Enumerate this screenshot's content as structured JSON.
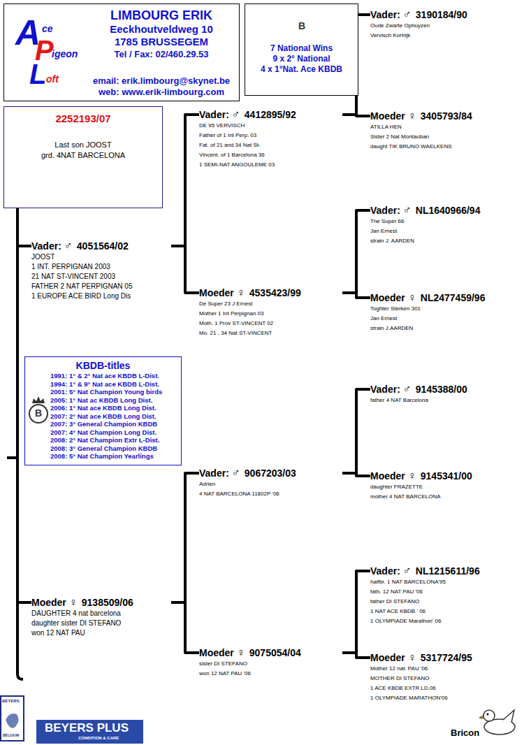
{
  "diagram": {
    "nodes": [
      {
        "text": [
          "LIMBOURG ERIK",
          "Eeckhoutveldweg 10",
          "1785 BRUSSEGEM",
          "Tel / Fax:  02/460.29.53",
          "email: erik.limbourg@skynet.be",
          "web: www.erik-limbourg.com"
        ]
      },
      {
        "text": [
          "7 National Wins",
          "9 x 2° National",
          "4 x 1°Nat. Ace KBDB"
        ]
      },
      {
        "text": [
          "2252193/07",
          "Last son JOOST",
          "grd. 4NAT BARCELONA"
        ]
      },
      {
        "text": [
          "KBDB-titles",
          "1991: 1° & 2° Nat ace KBDB L-Dist.",
          "1994: 1° & 9° Nat ace KBDB L-Dist.",
          "2001: 5° Nat Champion Young birds",
          "2005: 1° Nat ac KBDB Long Dist.",
          "2006: 1° Nat ace KBDB Long Dist.",
          "2007: 2° Nat ace KBDB Long Dist.",
          "2007: 3° General Champion KBDB",
          "2007: 4° Nat Champion Long Dist.",
          "2008: 2° Nat Champion Extr L-Dist.",
          "2008: 3° General Champion KBDB",
          "2008: 5° Nat Champion Yearlings"
        ]
      },
      {
        "text": [
          "Vader:",
          "♂",
          "4051564/02",
          "JOOST",
          "1 INT. PERPIGNAN 2003",
          "21 NAT ST-VINCENT 2003",
          "FATHER 2 NAT PERPIGNAN 05",
          "1 EUROPE ACE BIRD Long Dis"
        ]
      },
      {
        "text": [
          "Moeder",
          "♀",
          "9138509/06",
          "DAUGHTER 4 nat barcelona",
          "daughter sister DI STEFANO",
          "won 12 NAT PAU"
        ]
      },
      {
        "text": [
          "Vader:",
          "♂",
          "4412895/92",
          "DE 95 VERVISCH",
          "Father of 1 Int Perp. 03",
          "Fat. of 21 and 34 Nat St-",
          "Vincent. of 1 Barcelona 36",
          "1 SEMI-NAT ANGOULEME 03"
        ]
      },
      {
        "text": [
          "Moeder",
          "♀",
          "4535423/99",
          "De Super 23 J Ernest",
          "Mother 1 Int Perpignan 03",
          "Moth. 1 Prov ST-VINCENT 02",
          "Mo. 21 , 34 Nat ST-VINCENT"
        ]
      },
      {
        "text": [
          "Vader:",
          "♂",
          "9067203/03",
          "Adrien",
          "4 NAT BARCELONA 11802P '06"
        ]
      },
      {
        "text": [
          "Moeder",
          "♀",
          "9075054/04",
          "sister DI STEFANO",
          "won 12 NAT PAU '06"
        ]
      },
      {
        "text": [
          "Vader:",
          "♂",
          "3190184/90",
          "Oude Zwarte Ophuyzen",
          "Vervisch Kortrijk"
        ]
      },
      {
        "text": [
          "Moeder",
          "♀",
          "3405793/84",
          "ATILLA HEN",
          "Sister 2 Nat Montauban",
          "daught TIK BRUNO WAELKENS"
        ]
      },
      {
        "text": [
          "Vader:",
          "♂",
          "NL1640966/94",
          "The Super 66",
          "Jan Ernest",
          "strain J. AARDEN"
        ]
      },
      {
        "text": [
          "Moeder",
          "♀",
          "NL2477459/96",
          "Toghter Sterken 301",
          "Jan Ernest",
          "strain J.AARDEN"
        ]
      },
      {
        "text": [
          "Vader:",
          "♂",
          "9145388/00",
          "father 4 NAT Barcelona"
        ]
      },
      {
        "text": [
          "Moeder",
          "♀",
          "9145341/00",
          "daughter FRAZETTE",
          "mother 4 NAT BARCELONA"
        ]
      },
      {
        "text": [
          "Vader:",
          "♂",
          "NL1215611/96",
          "halfbr. 1 NAT BARCELONA'95",
          "fath. 12 NAT PAU '06",
          "father DI STEFANO",
          "1 NAT ACE KBDB ' 06",
          "1 OLYMPIADE Marathon' 06"
        ]
      },
      {
        "text": [
          "Moeder",
          "♀",
          "5317724/95",
          "Mother 12 nat. PAU '06",
          "MOTHER DI STEFANO",
          "1 ACE KBDB EXTR.LD.06",
          "1 OLYMPIADE MARATHON'06"
        ]
      }
    ],
    "edges": [
      {
        "from": 2,
        "to": 4,
        "arrow": "none"
      },
      {
        "from": 2,
        "to": 5,
        "arrow": "none"
      },
      {
        "from": 4,
        "to": 6,
        "arrow": "none"
      },
      {
        "from": 4,
        "to": 7,
        "arrow": "none"
      },
      {
        "from": 5,
        "to": 8,
        "arrow": "none"
      },
      {
        "from": 5,
        "to": 9,
        "arrow": "none"
      },
      {
        "from": 6,
        "to": 10,
        "arrow": "none"
      },
      {
        "from": 6,
        "to": 11,
        "arrow": "none"
      },
      {
        "from": 7,
        "to": 12,
        "arrow": "none"
      },
      {
        "from": 7,
        "to": 13,
        "arrow": "none"
      },
      {
        "from": 8,
        "to": 14,
        "arrow": "none"
      },
      {
        "from": 8,
        "to": 15,
        "arrow": "none"
      },
      {
        "from": 9,
        "to": 16,
        "arrow": "none"
      },
      {
        "from": 9,
        "to": 17,
        "arrow": "none"
      }
    ],
    "labels": [
      "A",
      "ce",
      "P",
      "igeon",
      "L",
      "oft",
      "B",
      "B",
      "BEYERS",
      "BELGIUM",
      "BEYERS PLUS",
      "CONDITION & CARE",
      "Bricon"
    ]
  }
}
